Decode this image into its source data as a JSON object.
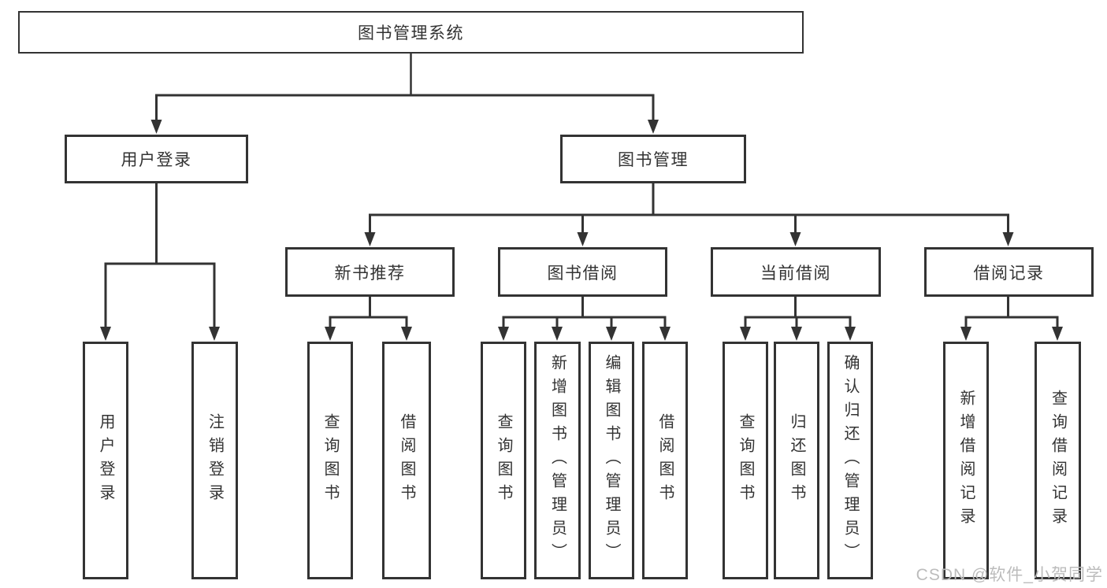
{
  "diagram": {
    "root": "图书管理系统",
    "level2": {
      "user_login": "用户登录",
      "book_management": "图书管理"
    },
    "level3": {
      "new_books": "新书推荐",
      "book_borrowing": "图书借阅",
      "current_borrowing": "当前借阅",
      "borrowing_records": "借阅记录"
    },
    "leaves": {
      "user_login": [
        "用户登录",
        "注销登录"
      ],
      "new_books": [
        "查询图书",
        "借阅图书"
      ],
      "book_borrowing": [
        "查询图书",
        "新增图书（管理员）",
        "编辑图书（管理员）",
        "借阅图书"
      ],
      "current_borrowing": [
        "查询图书",
        "归还图书",
        "确认归还（管理员）"
      ],
      "borrowing_records": [
        "新增借阅记录",
        "查询借阅记录"
      ]
    }
  },
  "watermark": "CSDN @软件_小贺同学",
  "colors": {
    "line_color": "#333333",
    "box_background": "#ffffff",
    "watermark_color": "#bcbcbc"
  }
}
